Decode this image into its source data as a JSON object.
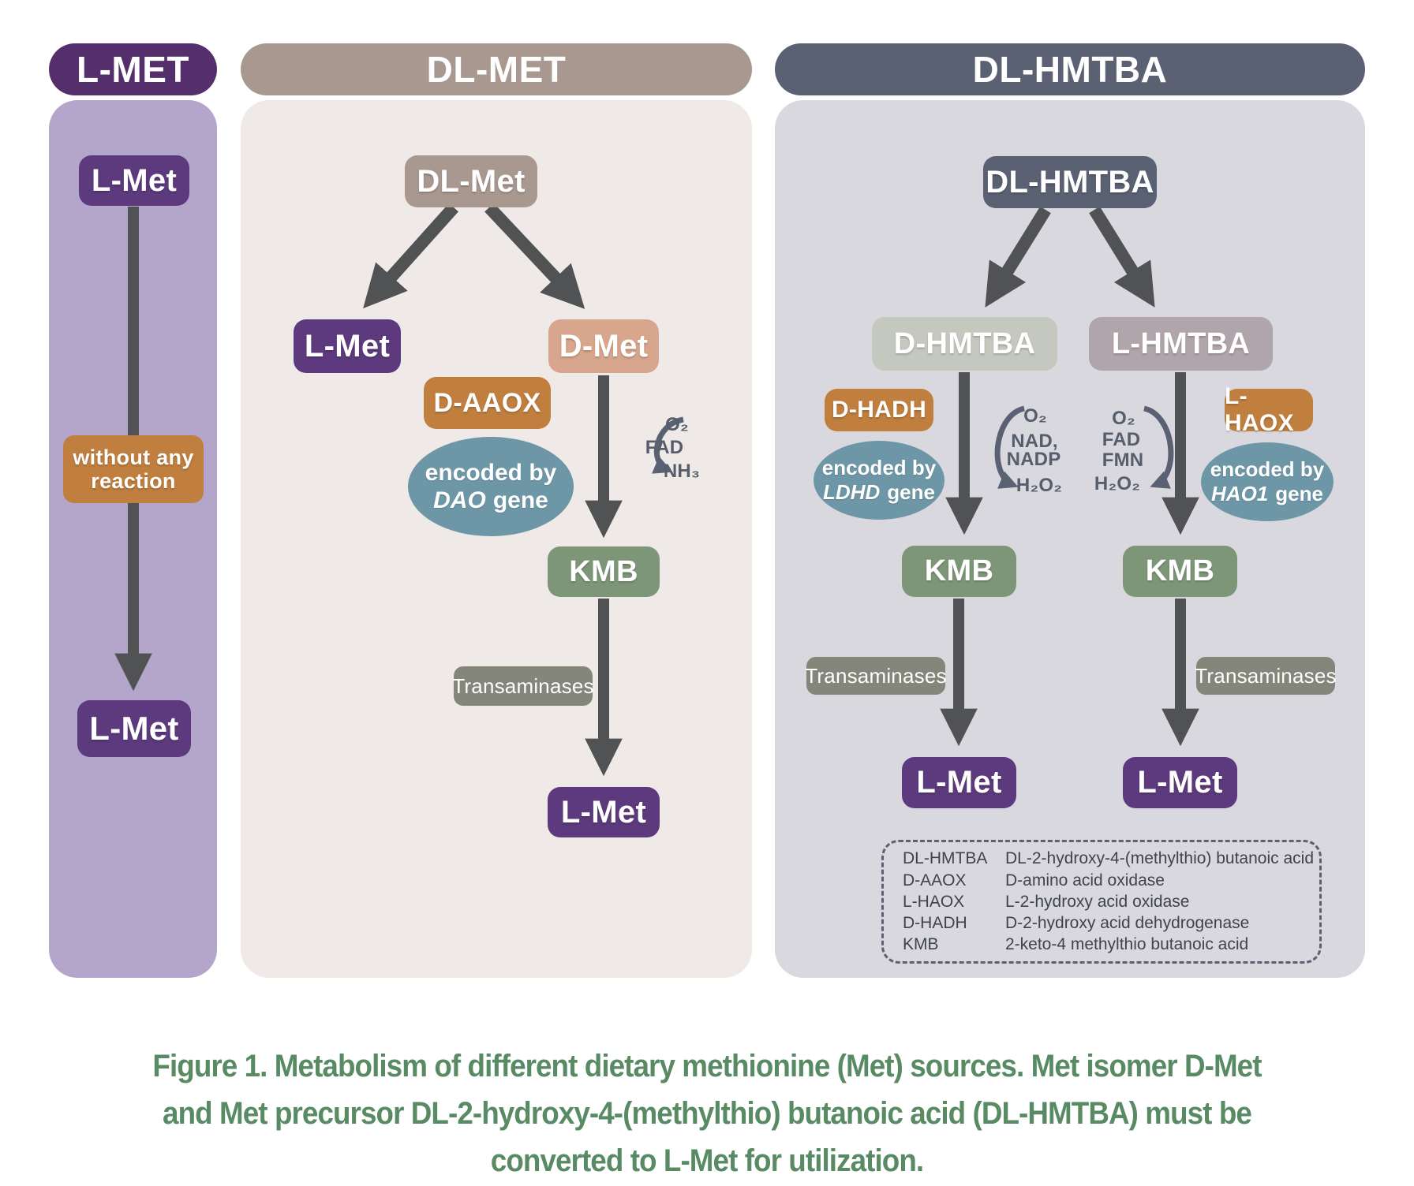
{
  "colors": {
    "purple_header": "#552F6B",
    "purple_node": "#5D3A7D",
    "purple_panel": "#B4A5CB",
    "taupe_header": "#A89890",
    "taupe_panel": "#EFEAE7",
    "salmon_node": "#D7A68C",
    "orange_node": "#C07F3E",
    "teal_ellipse": "#6D96A6",
    "green_node": "#7E9678",
    "gray_pill": "#84867A",
    "slate_header": "#5A6173",
    "slate_panel": "#D9D8DF",
    "sage_node": "#C5C8BF",
    "mauve_node": "#B1A5AC",
    "arrow": "#515254",
    "caption_green": "#588A64"
  },
  "panels": {
    "l_met": {
      "header": "L-MET",
      "source": "L-Met",
      "note": "without any reaction",
      "product": "L-Met"
    },
    "dl_met": {
      "header": "DL-MET",
      "source": "DL-Met",
      "left_product": "L-Met",
      "right_isomer": "D-Met",
      "enzyme": "D-AAOX",
      "gene": {
        "prefix": "encoded by",
        "name": "DAO",
        "word": "gene"
      },
      "cofactors": [
        "O₂",
        "FAD",
        "NH₃"
      ],
      "intermediate": "KMB",
      "transaminases": "Transaminases",
      "product": "L-Met"
    },
    "dl_hmtba": {
      "header": "DL-HMTBA",
      "source": "DL-HMTBA",
      "d_isomer": "D-HMTBA",
      "l_isomer": "L-HMTBA",
      "d_enzyme": "D-HADH",
      "d_gene": {
        "prefix": "encoded by",
        "name": "LDHD",
        "word": "gene"
      },
      "d_cofactors": [
        "O₂",
        "NAD,",
        "NADP",
        "H₂O₂"
      ],
      "l_enzyme": "L-HAOX",
      "l_gene": {
        "prefix": "encoded by",
        "name": "HAO1",
        "word": "gene"
      },
      "l_cofactors": [
        "O₂",
        "FAD",
        "FMN",
        "H₂O₂"
      ],
      "d_intermediate": "KMB",
      "l_intermediate": "KMB",
      "d_transaminases": "Transaminases",
      "l_transaminases": "Transaminases",
      "d_product": "L-Met",
      "l_product": "L-Met"
    }
  },
  "legend": {
    "items": [
      {
        "abbr": "DL-HMTBA",
        "full": "DL-2-hydroxy-4-(methylthio) butanoic acid"
      },
      {
        "abbr": "D-AAOX",
        "full": "D-amino acid oxidase"
      },
      {
        "abbr": "L-HAOX",
        "full": "L-2-hydroxy acid oxidase"
      },
      {
        "abbr": "D-HADH",
        "full": "D-2-hydroxy acid dehydrogenase"
      },
      {
        "abbr": "KMB",
        "full": "2-keto-4 methylthio butanoic acid"
      }
    ]
  },
  "caption": {
    "lines": [
      "Figure 1. Metabolism of different dietary methionine (Met) sources. Met isomer D-Met",
      "and Met precursor DL-2-hydroxy-4-(methylthio) butanoic acid (DL-HMTBA) must be",
      "converted to L-Met for utilization."
    ]
  }
}
